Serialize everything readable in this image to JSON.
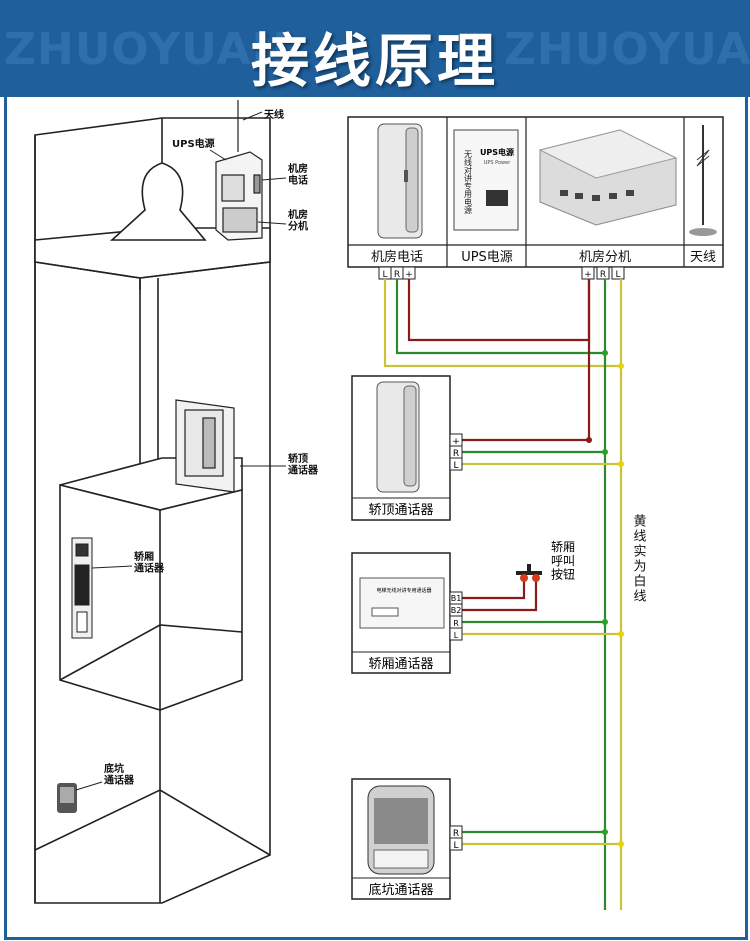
{
  "header": {
    "title": "接线原理",
    "watermark": "ZHUOYUAN"
  },
  "shaft_labels": {
    "antenna": "天线",
    "ups": "UPS电源",
    "machine_phone": "机房\n电话",
    "machine_ext": "机房\n分机",
    "car_top": "轿顶\n通话器",
    "car_intercom": "轿厢\n通话器",
    "pit": "底坑\n通话器"
  },
  "top_panel": {
    "cells": [
      "机房电话",
      "UPS电源",
      "机房分机",
      "天线"
    ],
    "ups_device_text": "UPS电源",
    "ups_device_sub": "UPS Power",
    "ups_device_vertical": [
      "无线对讲专用电源"
    ],
    "phone_terminals": [
      "L",
      "R",
      "+"
    ],
    "ext_terminals": [
      "+",
      "R",
      "L"
    ]
  },
  "devices": {
    "car_top": {
      "caption": "轿顶通话器",
      "terminals": [
        "+",
        "R",
        "L"
      ]
    },
    "car": {
      "caption": "轿厢通话器",
      "terminals": [
        "B1",
        "B2",
        "R",
        "L"
      ],
      "panel_text": "电梯无线对讲专用通话器"
    },
    "pit": {
      "caption": "底坑通话器",
      "terminals": [
        "R",
        "L"
      ]
    }
  },
  "call_button": "轿厢\n呼叫\n按钮",
  "yellow_note": "黄线实为白线",
  "wire_colors": {
    "plus": "#8b1a1a",
    "r": "#2f8a2f",
    "l": "#c9c43a",
    "dot_green": "#2aa02a",
    "dot_yellow": "#e8d400"
  }
}
